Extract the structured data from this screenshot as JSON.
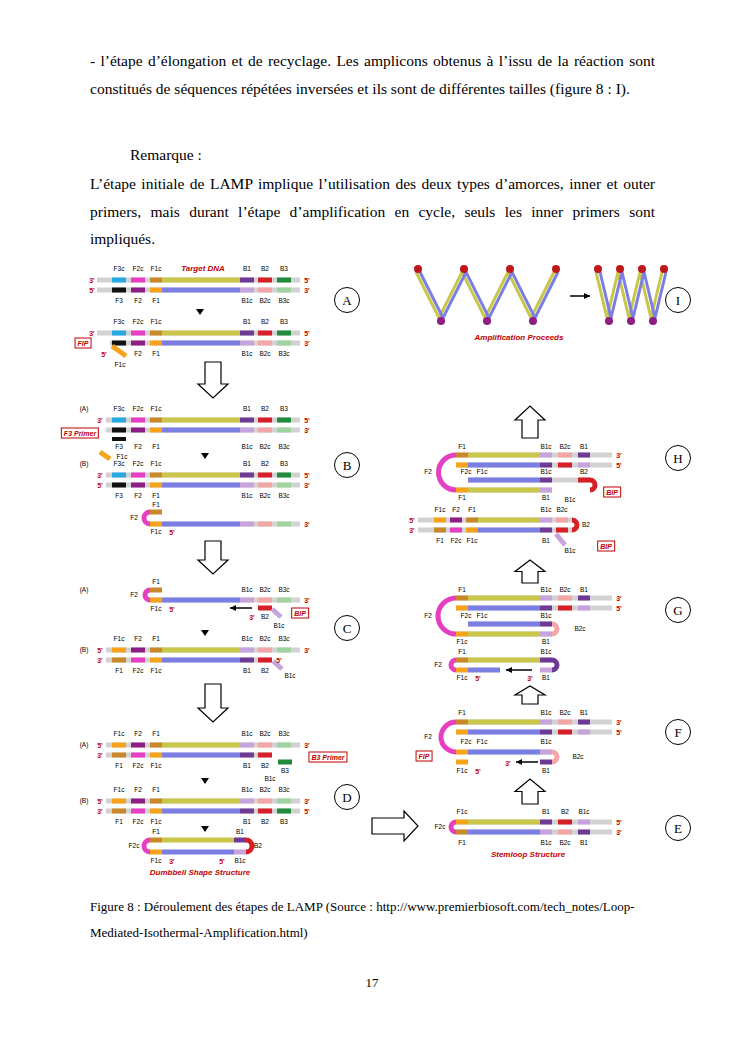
{
  "diagram": {
    "caption": "Figure 8 : Déroulement des étapes de LAMP (Source : http://www.premierbiosoft.com/tech_notes/Loop-Mediated-Isothermal-Amplification.html)",
    "nodes": [
      {
        "text": [
          "A"
        ]
      },
      {
        "text": [
          "B"
        ]
      },
      {
        "text": [
          "C"
        ]
      },
      {
        "text": [
          "D"
        ]
      },
      {
        "text": [
          "E"
        ]
      },
      {
        "text": [
          "F"
        ]
      },
      {
        "text": [
          "G"
        ]
      },
      {
        "text": [
          "H"
        ]
      },
      {
        "text": [
          "I"
        ]
      }
    ],
    "labels": [
      "- l’étape d’élongation et de recyclage. Les amplicons obtenus à l’issu de la réaction sont constitués de séquences répétées inversées et ils sont de différentes tailles (figure 8 : I).",
      "Remarque :",
      "L’étape initiale de LAMP implique l’utilisation des deux types d’amorces, inner et outer primers, mais durant l’étape d’amplification en cycle, seuls les inner primers sont impliqués.",
      "3'",
      "5'",
      "F3c",
      "F2c",
      "F1c",
      "Target DNA",
      "B1",
      "B2",
      "B3",
      "5'",
      "3'",
      "F3",
      "F2",
      "F1",
      "B1c",
      "B2c",
      "B3c",
      "3'",
      "F3c",
      "F2c",
      "F1c",
      "B1",
      "B2",
      "B3",
      "5'",
      "3'",
      "FIP",
      "5'",
      "F1c",
      "F2",
      "F1",
      "B1c",
      "B2c",
      "B3c",
      "(A)",
      "3'",
      "F3c",
      "F2c",
      "F1c",
      "B1",
      "B2",
      "B3",
      "5'",
      "3'",
      "F3 Primer",
      "F3",
      "F2",
      "F1",
      "B1c",
      "B2c",
      "B3c",
      "F1c",
      "(B)",
      "3'",
      "5'",
      "F3c",
      "F2c",
      "F1c",
      "B1",
      "B2",
      "B3",
      "5'",
      "3'",
      "F3",
      "F2",
      "F1",
      "B1c",
      "B2c",
      "B3c",
      "F1",
      "F2",
      "F1c",
      "5'",
      "3'",
      "(A)",
      "F1",
      "F2",
      "F1c",
      "5'",
      "B1c",
      "B2c",
      "B3c",
      "3'",
      "3'",
      "B2",
      "B1c",
      "BIP",
      "(B)",
      "5'",
      "3'",
      "F1c",
      "F2",
      "F1",
      "B1c",
      "B2c",
      "B3c",
      "3'",
      "F1",
      "F2c",
      "F1c",
      "B1",
      "B2",
      "5'",
      "B1c",
      "(A)",
      "5'",
      "3'",
      "F1c",
      "F2",
      "F1",
      "B1c",
      "B2c",
      "B3c",
      "3'",
      "B3 Primer",
      "F1",
      "F2c",
      "F1c",
      "B1",
      "B2",
      "B3",
      "B1c",
      "(B)",
      "5'",
      "3'",
      "F1c",
      "F2",
      "F1",
      "B1c",
      "B2c",
      "B3c",
      "3'",
      "5'",
      "F1",
      "F2c",
      "F1c",
      "B1",
      "B2",
      "B3",
      "F1",
      "F2c",
      "F1c",
      "3'",
      "B1",
      "B2",
      "5'",
      "B1c",
      "Dumbbell Shape Structure",
      "F1c",
      "F2c",
      "F1",
      "B1",
      "B2",
      "B1c",
      "5'",
      "3'",
      "B1c",
      "B2c",
      "B1",
      "Stemloop Structure",
      "F1",
      "B1c",
      "B2c",
      "B1",
      "3'",
      "5'",
      "F2",
      "F2c",
      "F1c",
      "FIP",
      "F1c",
      "5'",
      "3'",
      "B1",
      "B1c",
      "B2c",
      "F1",
      "B1c",
      "B2c",
      "B1",
      "3'",
      "5'",
      "F2",
      "F2c",
      "F1c",
      "B1c",
      "B2c",
      "B1",
      "F1c",
      "F1",
      "F2",
      "F1c",
      "B1c",
      "5'",
      "3'",
      "B1",
      "F1",
      "B1c",
      "B2c",
      "B1",
      "3'",
      "5'",
      "F2",
      "F2c",
      "F1c",
      "B1c",
      "B2",
      "F1",
      "B1",
      "B1c",
      "BIP",
      "5'",
      "3'",
      "F1c",
      "F2",
      "F1",
      "B1c",
      "B2c",
      "B2",
      "F1",
      "F2c",
      "F1c",
      "B1",
      "B1c",
      "BIP",
      "Amplification Proceeds",
      "17"
    ]
  }
}
